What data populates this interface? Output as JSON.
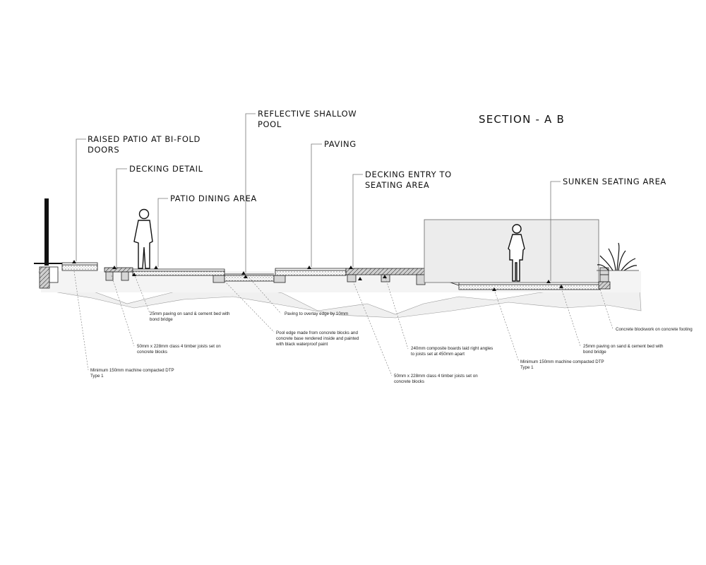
{
  "title": "SECTION - A B",
  "labels": {
    "raised_patio_1": "RAISED PATIO AT BI-FOLD",
    "raised_patio_2": "DOORS",
    "decking_detail": "DECKING DETAIL",
    "patio_dining": "PATIO DINING AREA",
    "pool_1": "REFLECTIVE SHALLOW",
    "pool_2": "POOL",
    "paving": "PAVING",
    "decking_entry_1": "DECKING ENTRY TO",
    "decking_entry_2": "SEATING AREA",
    "sunken_seating": "SUNKEN SEATING AREA"
  },
  "notes": {
    "paving_bed_1": "25mm paving on sand & cement bed with",
    "paving_bed_2": "bond bridge",
    "overlay": "Paving to overlay edge by 10mm",
    "joists_left_1": "50mm x 228mm class 4 timber joists set on",
    "joists_left_2": "concrete blocks",
    "pool_edge_1": "Pool edge made from concrete blocks and",
    "pool_edge_2": "concrete base rendered inside and painted",
    "pool_edge_3": "with black waterproof paint",
    "composite_1": "240mm composite boards laid right angles",
    "composite_2": "to joists set at 450mm apart",
    "dtp_left_1": "Minimum 150mm machine compacted DTP",
    "dtp_left_2": "Type 1",
    "joists_right_1": "50mm x 228mm class 4 timber joists set on",
    "joists_right_2": "concrete blocks",
    "dtp_right_1": "Minimum 150mm machine compacted DTP",
    "dtp_right_2": "Type 1",
    "blockwork": "Concrete blockwork on concrete footing",
    "paving_right_1": "25mm paving on sand & cement bed with",
    "paving_right_2": "bond bridge"
  },
  "colors": {
    "ground": "#f0f0f0",
    "screen": "#ececec",
    "ink": "#111111",
    "block": "#d6d6d6"
  }
}
